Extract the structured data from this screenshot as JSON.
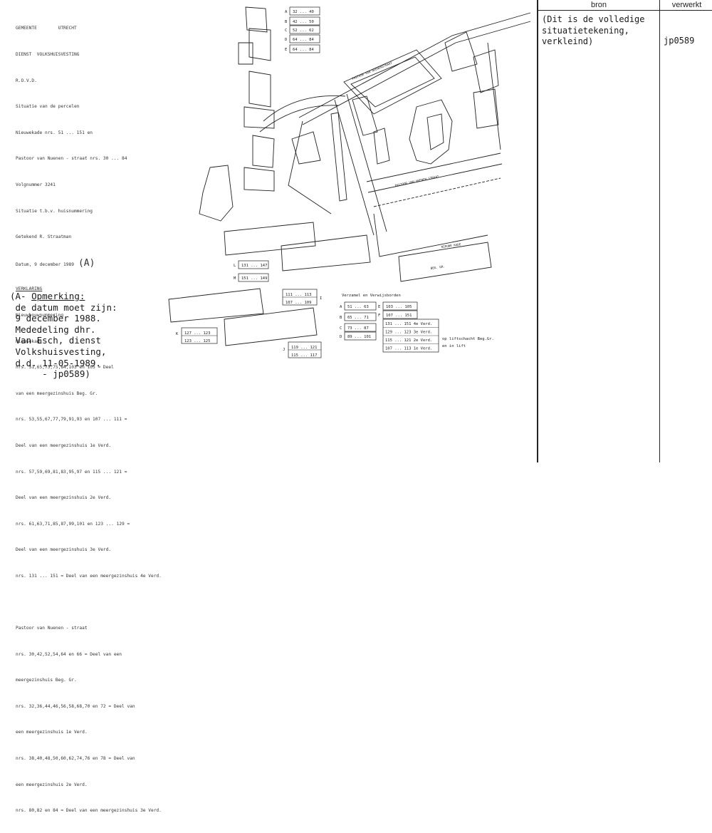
{
  "header": {
    "lines": [
      "GEMEENTE        UTRECHT",
      "DIENST  VOLKSHUISVESTING",
      "R.O.V.D.",
      "Situatie van de percelen",
      "Nieuwekade nrs. 51 ... 151 en",
      "Pastoor van Nuenen - straat nrs. 30 ... 84",
      "Volgnummer 3241",
      "Situatie t.b.v. huisnummering",
      "Getekend R. Straatman"
    ],
    "date_line": "Datum, 9 december 1989",
    "date_mark": "(A)",
    "legend_title": "VERKLARING"
  },
  "legend": {
    "lines": [
      "Nieuwbouwnummering",
      "Nieuwekade",
      "nrs. 51,65,73,75,84,103 en 105 = Deel",
      "van een meergezinshuis Beg. Gr.",
      "nrs. 53,55,67,77,79,91,93 en 107 ... 111 =",
      "Deel van een meergezinshuis 1e Verd.",
      "nrs. 57,59,69,81,83,95,97 en 115 ... 121 =",
      "Deel van een meergezinshuis 2e Verd.",
      "nrs. 61,63,71,85,87,99,101 en 123 ... 129 =",
      "Deel van een meergezinshuis 3e Verd.",
      "nrs. 131 ... 151 = Deel van een meergezinshuis 4e Verd.",
      "",
      "Pastoor van Nuenen - straat",
      "nrs. 30,42,52,54,64 en 66 = Deel van een",
      "meergezinshuis Beg. Gr.",
      "nrs. 32,36,44,46,56,58,68,70 en 72 = Deel van",
      "een meergezinshuis 1e Verd.",
      "nrs. 38,40,48,50,60,62,74,76 en 78 = Deel van",
      "een meergezinshuis 2e Verd.",
      "nrs. 80,82 en 84 = Deel van een meergezinshuis 3e Verd."
    ]
  },
  "remark": {
    "prefix": "(A- ",
    "title": "Opmerking:",
    "lines": [
      " de datum moet zijn:",
      " 9 december 1988.",
      " Mededeling dhr.",
      " Van Esch, dienst",
      " Volkshuisvesting,",
      " d.d. 11-05-1989.",
      "      - jp0589)"
    ]
  },
  "map": {
    "streets": [
      "PASTOOR VAN NUENENSTRAAT",
      "PASTOOR VAN NUENEN-STRAAT",
      "NIEUWE KADE",
      "BEG. GR."
    ],
    "key_top": [
      {
        "letter": "A",
        "range": "32 ... 40"
      },
      {
        "letter": "B",
        "range": "42 ... 50"
      },
      {
        "letter": "C",
        "range": "52 ... 62"
      },
      {
        "letter": "D",
        "range": "64 ... 84"
      },
      {
        "letter": "E",
        "range": "64 ... 84"
      }
    ],
    "key_L": {
      "letter": "L",
      "range": "131 ... 147"
    },
    "key_M": {
      "letter": "M",
      "range": "151 ... 149"
    },
    "key_I": {
      "top": "111 ... 113",
      "bottom": "107 ... 109",
      "letter": "I"
    },
    "key_K": {
      "letter": "K",
      "top": "127 ... 123",
      "bottom": "123 ... 125"
    },
    "key_J": {
      "letter": "J",
      "top": "119 ... 121",
      "bottom": "115 ... 117"
    },
    "verzamel": {
      "title": "Verzamel en Verwijsborden",
      "left": [
        {
          "letter": "A",
          "range": "51 ... 63"
        },
        {
          "letter": "B",
          "range": "65 ... 71"
        },
        {
          "letter": "C",
          "range": "73 ... 87"
        },
        {
          "letter": "D",
          "range": "89 ... 101"
        }
      ],
      "right_top": [
        {
          "letter": "E",
          "range": "103 ... 105"
        },
        {
          "letter": "F",
          "range": "107 ... 151"
        }
      ],
      "floors": [
        "131 ... 151  4e Verd.",
        "129 ... 123  3e Verd.",
        "115 ... 121  2e Verd.",
        "107 ... 113  1e Verd."
      ],
      "note_1": "op liftschacht Beg.Gr.",
      "note_2": "en in lift"
    }
  },
  "side_panel": {
    "col1_header": "bron",
    "col2_header": "verwerkt",
    "col1_text": "(Dit is de volledige\nsituatietekening,\nverkleind)",
    "col2_text": "jp0589"
  }
}
